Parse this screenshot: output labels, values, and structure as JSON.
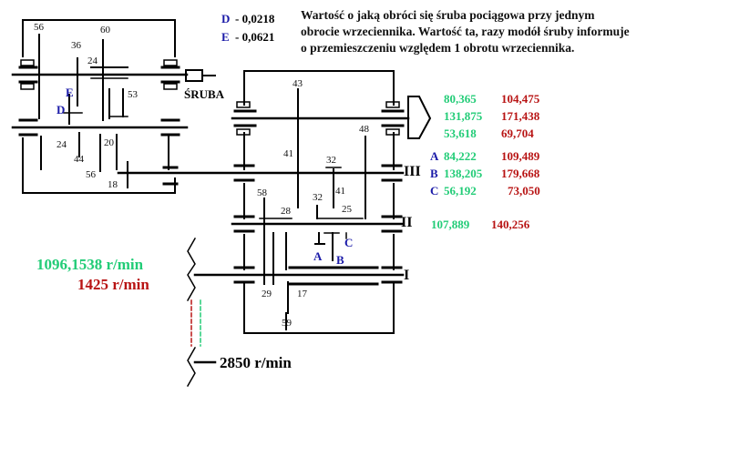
{
  "header": {
    "d_label": "D",
    "d_value": "- 0,0218",
    "e_label": "E",
    "e_value": "- 0,0621",
    "note_lines": [
      "Wartość o jaką obróci się śruba pociągowa przy jednym",
      "obrocie wrzeciennika. Wartość ta, razy modół śruby informuje",
      "o przemieszczeniu względem 1 obrotu wrzeciennika."
    ]
  },
  "speeds": {
    "green": "1096,1538 r/min",
    "red": "1425 r/min",
    "motor": "2850 r/min"
  },
  "screw_label": "ŚRUBA",
  "shaft_labels": {
    "iii": "III",
    "ii": "II",
    "i": "I"
  },
  "selector_labels": {
    "a": "A",
    "b": "B",
    "c": "C",
    "d": "D",
    "e": "E"
  },
  "spindle_values": [
    {
      "green": "80,365",
      "red": "104,475"
    },
    {
      "green": "131,875",
      "red": "171,438"
    },
    {
      "green": "53,618",
      "red": "69,704"
    }
  ],
  "shaft3_values": [
    {
      "key": "A",
      "green": "84,222",
      "red": "109,489"
    },
    {
      "key": "B",
      "green": "138,205",
      "red": "179,668"
    },
    {
      "key": "C",
      "green": "56,192",
      "red": "73,050"
    }
  ],
  "shaft2_values": {
    "green": "107,889",
    "red": "140,256"
  },
  "teeth": {
    "t56a": "56",
    "t36": "36",
    "t60": "60",
    "t24a": "24",
    "t53": "53",
    "t20": "20",
    "t24b": "24",
    "t44": "44",
    "t56b": "56",
    "t18": "18",
    "t43": "43",
    "t41a": "41",
    "t48": "48",
    "t32a": "32",
    "t41b": "41",
    "t32b": "32",
    "t25": "25",
    "t58": "58",
    "t28": "28",
    "t29": "29",
    "t17": "17",
    "t59": "59"
  }
}
